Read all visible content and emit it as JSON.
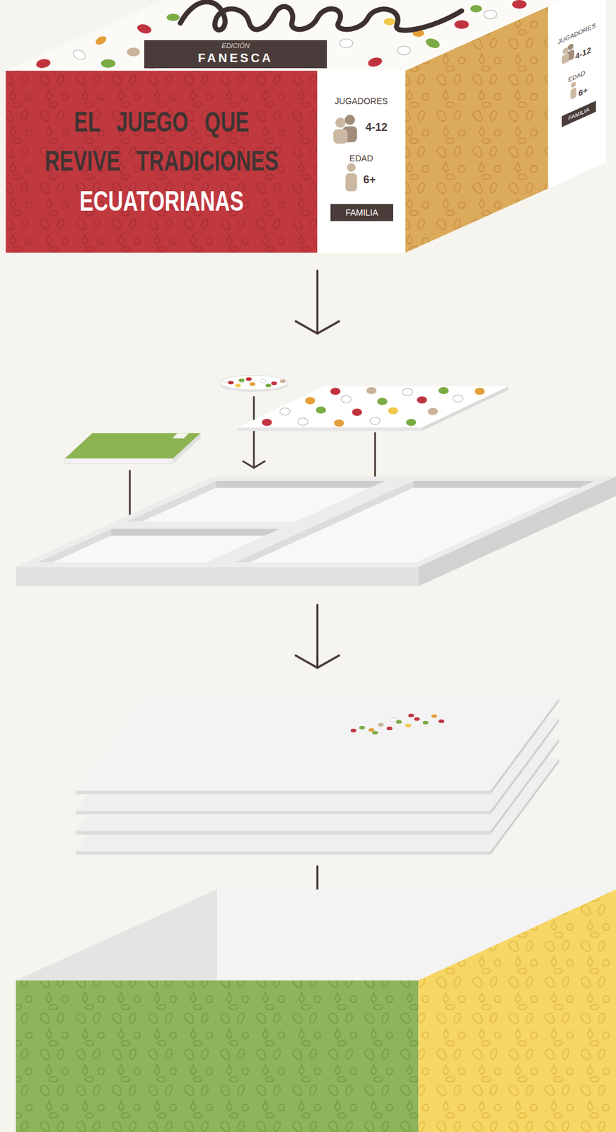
{
  "diagram": {
    "nodes": [
      {
        "text": [
          "EDICIÓN",
          "FANESCA"
        ]
      },
      {
        "text": [
          "EL JUEGO QUE REVIVE TRADICIONES",
          "ECUATORIANAS"
        ]
      },
      {
        "text": [
          "JUGADORES",
          "4-12",
          "EDAD",
          "6+"
        ]
      },
      {
        "text": [
          "FAMILIA"
        ],
        "in": 2
      },
      {
        "text": [
          "JUGADORES",
          "4-12",
          "EDAD",
          "6+"
        ]
      },
      {
        "text": [
          "FAMILIA"
        ],
        "in": 4
      }
    ]
  }
}
